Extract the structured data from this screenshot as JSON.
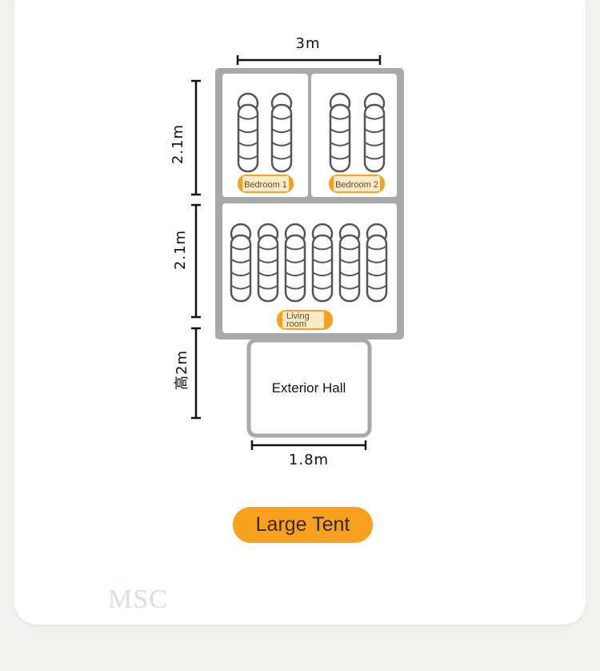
{
  "dimensions": {
    "top_width": "3m",
    "upper_height": "2.1m",
    "middle_height": "2.1m",
    "hall_height": "高2m",
    "hall_width": "1.8m"
  },
  "rooms": {
    "bedroom1": "Bedroom 1",
    "bedroom2": "Bedroom 2",
    "living_line1": "Living",
    "living_line2": "room",
    "hall": "Exterior Hall"
  },
  "counts": {
    "bedroom1_sleepers": 2,
    "bedroom2_sleepers": 2,
    "living_sleepers": 6
  },
  "button": {
    "label": "Large Tent"
  },
  "watermark": "MSC",
  "colors": {
    "accent": "#f7a11e",
    "frame": "#a9a9a9",
    "background": "#f1f2ee"
  }
}
